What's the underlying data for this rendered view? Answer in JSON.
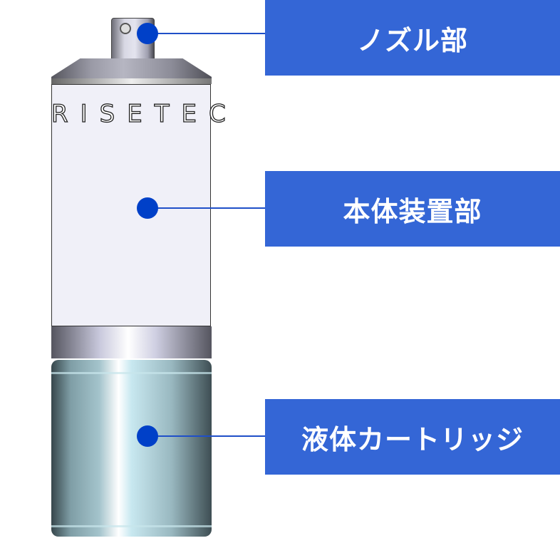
{
  "product": {
    "brand": "RISETEC"
  },
  "callouts": [
    {
      "label": "ノズル部"
    },
    {
      "label": "本体装置部"
    },
    {
      "label": "液体カートリッジ"
    }
  ],
  "colors": {
    "label_bg": "#3466d6",
    "marker": "#0040c8",
    "line": "#1f4fc8"
  }
}
